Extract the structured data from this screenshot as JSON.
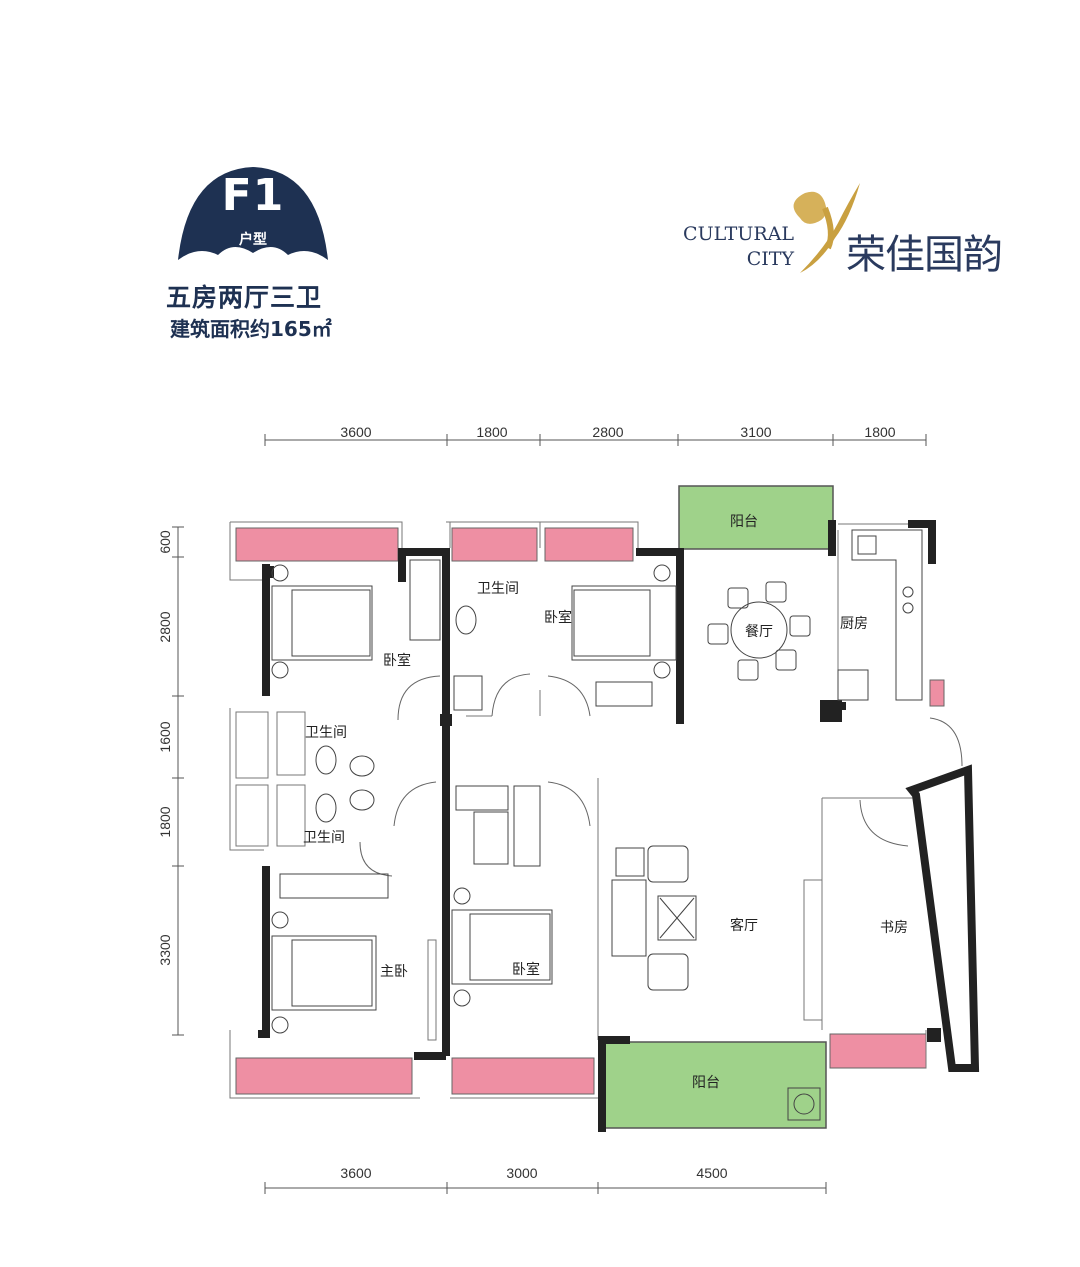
{
  "header": {
    "unit_code": "F1",
    "unit_code_sub": "户型",
    "layout": "五房两厅三卫",
    "area": "建筑面积约165㎡"
  },
  "logo": {
    "en_line1": "CULTURAL",
    "en_line2": "CITY",
    "cn": "荣佳国韵"
  },
  "dimensions": {
    "top": [
      "3600",
      "1800",
      "2800",
      "3100",
      "1800"
    ],
    "bottom": [
      "3600",
      "3000",
      "4500"
    ],
    "left": [
      "600",
      "2800",
      "1600",
      "1800",
      "3300"
    ]
  },
  "rooms": {
    "balcony_top": "阳台",
    "bath_top": "卫生间",
    "bedroom_a": "卧室",
    "bedroom_b": "卧室",
    "dining": "餐厅",
    "kitchen": "厨房",
    "bath_mid": "卫生间",
    "bath_low": "卫生间",
    "living": "客厅",
    "study": "书房",
    "master": "主卧",
    "bedroom_c": "卧室",
    "balcony_bottom": "阳台"
  },
  "colors": {
    "badge": "#1e3152",
    "window": "#ee8fa3",
    "balcony": "#9fd28a",
    "wall": "#222222",
    "logo_gold": "#c9a040"
  }
}
